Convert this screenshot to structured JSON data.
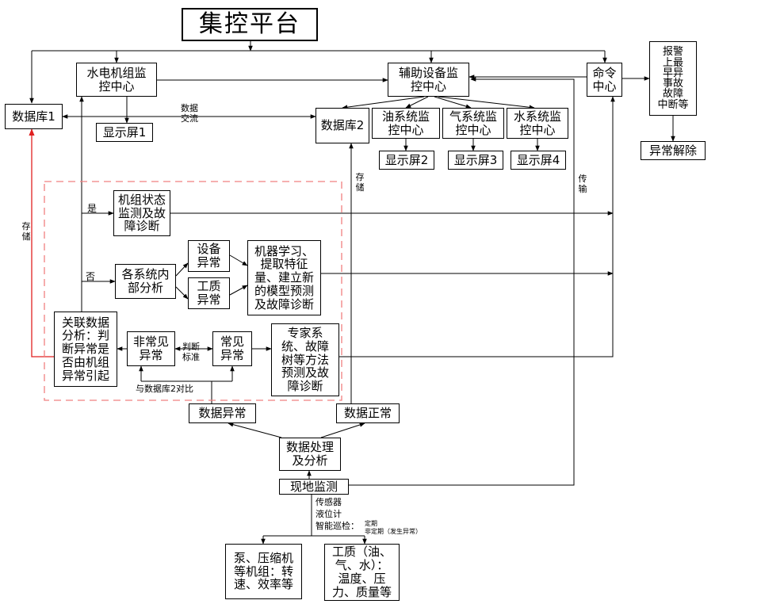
{
  "colors": {
    "line": "#000000",
    "red_line": "#e02020",
    "dashed_region": "#f08080",
    "box_border": "#000000"
  },
  "boxes": {
    "platform": "集控平台",
    "hydro_center": "水电机组监\n控中心",
    "aux_center": "辅助设备监\n控中心",
    "command_center": "命令\n中心",
    "alarm": "报警\n上最\n早异\n事故\n故障\n中断等",
    "anomaly_cleared": "异常解除",
    "db1": "数据库1",
    "display1": "显示屏1",
    "db2": "数据库2",
    "oil_center": "油系统监\n控中心",
    "gas_center": "气系统监\n控中心",
    "water_center": "水系统监\n控中心",
    "display2": "显示屏2",
    "display3": "显示屏3",
    "display4": "显示屏4",
    "unit_state": "机组状态\n监测及故\n障诊断",
    "sys_internal": "各系统内\n部分析",
    "device_anomaly": "设备\n异常",
    "fluid_anomaly": "工质\n异常",
    "ml_box": "机器学习、\n提取特征\n量、建立新\n的模型预测\n及故障诊断",
    "assoc": "关联数据\n分析：判\n断异常是\n否由机组\n异常引起",
    "uncommon": "非常见\n异常",
    "common": "常见\n异常",
    "expert": "专家系\n统、故障\n树等方法\n预测及故\n障诊断",
    "data_abnormal": "数据异常",
    "data_normal": "数据正常",
    "processing": "数据处理\n及分析",
    "field": "现地监测",
    "pumps": "泵、压缩机\n等机组：转\n速、效率等",
    "fluid": "工质（油、\n气、水）：\n温度、压\n力、质量等"
  },
  "labels": {
    "data_exchange": "数据\n交流",
    "storage_left": "存储",
    "storage_mid": "存储",
    "transfer": "传输",
    "yes": "是",
    "no": "否",
    "judge": "判断\n标准",
    "compare": "与数据库2对比",
    "sensor": "传感器",
    "level_meter": "液位计",
    "patrol": "智能巡检：",
    "periodic": "定期",
    "aperiodic": "非定期（发生异常）"
  }
}
